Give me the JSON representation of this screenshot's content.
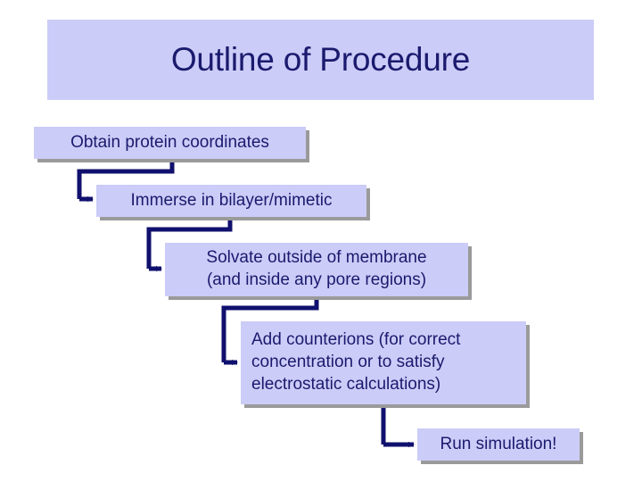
{
  "slide": {
    "title": "Outline of Procedure",
    "background_color": "#ffffff",
    "box_fill_color": "#ccccf8",
    "text_color": "#1a1a6e",
    "connector_color": "#10106e",
    "shadow_color": "#9a9a9a"
  },
  "flow": {
    "steps": [
      {
        "id": "step-1",
        "label": "Obtain protein coordinates"
      },
      {
        "id": "step-2",
        "label": "Immerse in bilayer/mimetic"
      },
      {
        "id": "step-3",
        "label": "Solvate outside of membrane\n(and inside any pore regions)"
      },
      {
        "id": "step-4",
        "label": "Add counterions (for correct\nconcentration or to satisfy\nelectrostatic calculations)"
      },
      {
        "id": "step-5",
        "label": "Run simulation!"
      }
    ],
    "connectors": [
      {
        "id": "connector-1-2",
        "from": "step-1",
        "to": "step-2"
      },
      {
        "id": "connector-2-3",
        "from": "step-2",
        "to": "step-3"
      },
      {
        "id": "connector-3-4",
        "from": "step-3",
        "to": "step-4"
      },
      {
        "id": "connector-4-5",
        "from": "step-4",
        "to": "step-5"
      }
    ]
  }
}
